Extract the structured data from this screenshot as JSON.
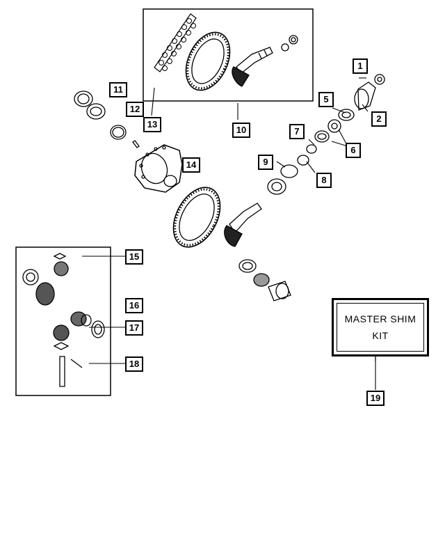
{
  "callouts": {
    "c1": "1",
    "c2": "2",
    "c5": "5",
    "c6": "6",
    "c7": "7",
    "c8": "8",
    "c9": "9",
    "c10": "10",
    "c11": "11",
    "c12": "12",
    "c13": "13",
    "c14": "14",
    "c15": "15",
    "c16": "16",
    "c17": "17",
    "c18": "18",
    "c19": "19"
  },
  "master_shim_kit": {
    "line1": "MASTER SHIM",
    "line2": "KIT"
  }
}
